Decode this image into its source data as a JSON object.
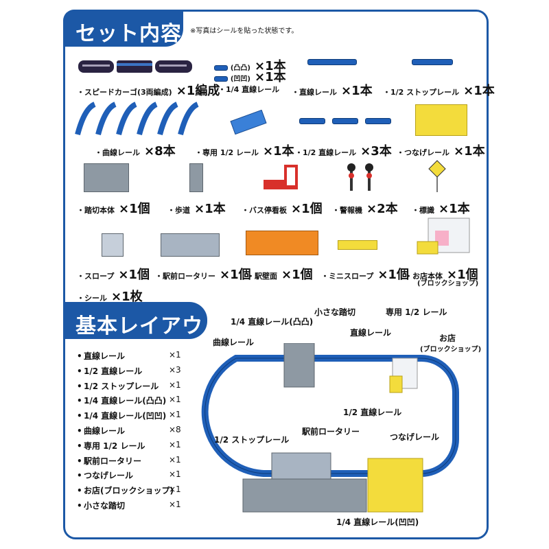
{
  "sections": {
    "set_title": "セット内容",
    "set_note": "※写真はシールを貼った状態です。",
    "layout_title": "基本レイアウト"
  },
  "items": {
    "speed_cargo": {
      "name": "・スピードカーゴ(3両編成)",
      "qty": "×1編成"
    },
    "quarter_rail": {
      "name": "・1/4 直線レール",
      "variant_a": "(凸凸)",
      "variant_b": "(凹凹)",
      "qty_a": "×1本",
      "qty_b": "×1本"
    },
    "straight_rail": {
      "name": "・直線レール",
      "qty": "×1本"
    },
    "half_stop_rail": {
      "name": "・1/2 ストップレール",
      "qty": "×1本"
    },
    "curve_rail": {
      "name": "・曲線レール",
      "qty": "×8本"
    },
    "special_half_rail": {
      "name": "・専用 1/2 レール",
      "qty": "×1本"
    },
    "half_straight_rail": {
      "name": "・1/2 直線レール",
      "qty": "×3本"
    },
    "connect_rail": {
      "name": "・つなげレール",
      "qty": "×1本"
    },
    "crossing_body": {
      "name": "・踏切本体",
      "qty": "×1個"
    },
    "sidewalk": {
      "name": "・歩道",
      "qty": "×1本"
    },
    "bus_stop": {
      "name": "・バス停看板",
      "qty": "×1個"
    },
    "alarm": {
      "name": "・警報機",
      "qty": "×2本"
    },
    "sign": {
      "name": "・標識",
      "qty": "×1本"
    },
    "slope": {
      "name": "・スロープ",
      "qty": "×1個"
    },
    "station_rotary": {
      "name": "・駅前ロータリー",
      "qty": "×1個"
    },
    "station_wall": {
      "name": "・駅壁面",
      "qty": "×1個"
    },
    "mini_slope": {
      "name": "・ミニスロープ",
      "qty": "×1個"
    },
    "shop_body": {
      "name": "・お店本体",
      "qty": "×1個",
      "sub": "(ブロックショップ)"
    },
    "sticker": {
      "name": "・シール",
      "qty": "×1枚"
    }
  },
  "layout_list": [
    {
      "name": "直線レール",
      "qty": "×1"
    },
    {
      "name": "1/2 直線レール",
      "qty": "×3"
    },
    {
      "name": "1/2 ストップレール",
      "qty": "×1"
    },
    {
      "name": "1/4 直線レール(凸凸)",
      "qty": "×1"
    },
    {
      "name": "1/4 直線レール(凹凹)",
      "qty": "×1"
    },
    {
      "name": "曲線レール",
      "qty": "×8"
    },
    {
      "name": "専用 1/2 レール",
      "qty": "×1"
    },
    {
      "name": "駅前ロータリー",
      "qty": "×1"
    },
    {
      "name": "つなげレール",
      "qty": "×1"
    },
    {
      "name": "お店(ブロックショップ)",
      "qty": "×1"
    },
    {
      "name": "小さな踏切",
      "qty": "×1"
    }
  ],
  "layout_labels": {
    "quarter_convex": "1/4 直線レール(凸凸)",
    "small_crossing": "小さな踏切",
    "special_half": "専用 1/2 レール",
    "curve": "曲線レール",
    "straight": "直線レール",
    "shop": "お店",
    "shop_sub": "(ブロックショップ)",
    "half_straight": "1/2 直線レール",
    "half_stop": "1/2 ストップレール",
    "station_rotary": "駅前ロータリー",
    "connect": "つなげレール",
    "quarter_concave": "1/4 直線レール(凹凹)"
  },
  "colors": {
    "brand_blue": "#1c58a6",
    "rail_blue": "#1f5fb8",
    "yellow": "#f3dc3c",
    "grey": "#8e99a3"
  }
}
